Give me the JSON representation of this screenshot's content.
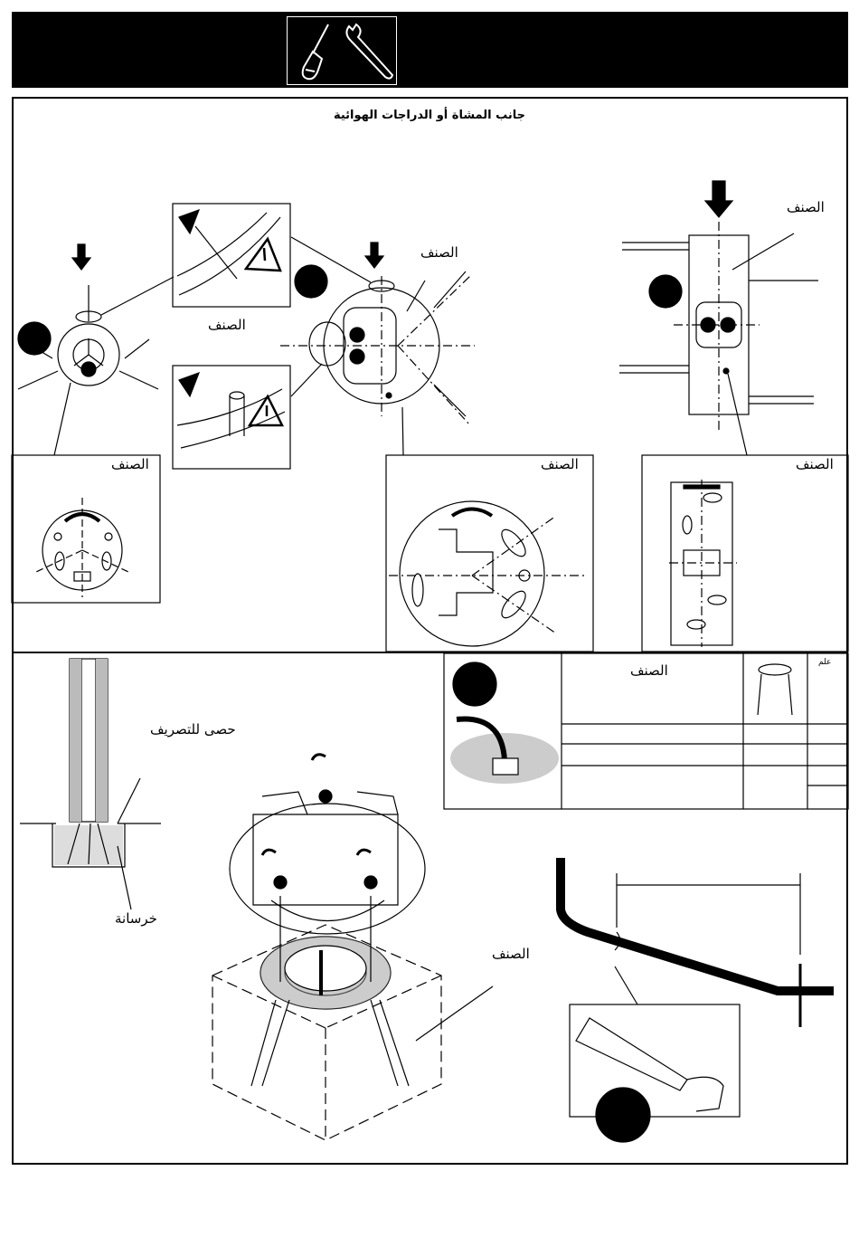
{
  "header": {
    "tools_icons": [
      "screwdriver-icon",
      "wrench-icon"
    ]
  },
  "title": "جانب المشاة أو الدراجات الهوائية",
  "labels": {
    "type": "الصنف",
    "gravel": "حصى للتصريف",
    "concrete": "خرسانة",
    "mark": "علم"
  },
  "colors": {
    "ink": "#000000",
    "paper": "#ffffff"
  }
}
